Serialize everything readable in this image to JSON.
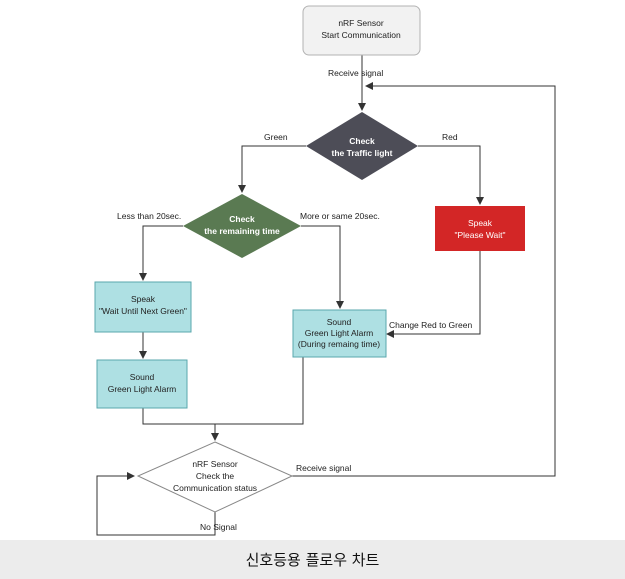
{
  "colors": {
    "start_fill": "#f2f2f2",
    "start_stroke": "#b3b3b3",
    "decision_traffic": "#4d4d57",
    "decision_time": "#5a7a52",
    "red_box": "#d32626",
    "teal_box": "#aee0e3",
    "teal_stroke": "#5aa7ad",
    "status_fill": "#ffffff",
    "status_stroke": "#888888"
  },
  "nodes": {
    "start": {
      "line1": "nRF Sensor",
      "line2": "Start Communication"
    },
    "traffic": {
      "line1": "Check",
      "line2": "the Traffic light"
    },
    "time": {
      "line1": "Check",
      "line2": "the remaining time"
    },
    "wait": {
      "line1": "Speak",
      "line2": "\"Please Wait\""
    },
    "next_green": {
      "line1": "Speak",
      "line2": "\"Wait Until Next Green\""
    },
    "green_alarm_long": {
      "line1": "Sound",
      "line2": "Green Light Alarm",
      "line3": "(During remaing time)"
    },
    "green_alarm": {
      "line1": "Sound",
      "line2": "Green Light Alarm"
    },
    "status": {
      "line1": "nRF Sensor",
      "line2": "Check the",
      "line3": "Communication status"
    }
  },
  "edge_labels": {
    "receive_top": "Receive signal",
    "green": "Green",
    "red": "Red",
    "less_than": "Less than 20sec.",
    "more_or_same": "More or same 20sec.",
    "change_red_green": "Change Red to Green",
    "receive_right": "Receive signal",
    "no_signal": "No Signal"
  },
  "caption": "신호등용 플로우 차트"
}
